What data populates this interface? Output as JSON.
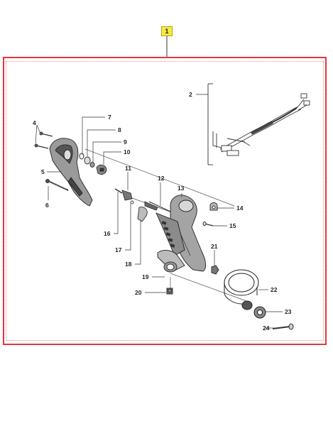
{
  "assembly": {
    "number": "1"
  },
  "colors": {
    "frame": "#e0383c",
    "badge": "#f7e84a",
    "line": "#333333"
  },
  "callouts": [
    {
      "id": "c2",
      "label": "2"
    },
    {
      "id": "c4",
      "label": "4"
    },
    {
      "id": "c5",
      "label": "5"
    },
    {
      "id": "c6",
      "label": "6"
    },
    {
      "id": "c7",
      "label": "7"
    },
    {
      "id": "c8",
      "label": "8"
    },
    {
      "id": "c9",
      "label": "9"
    },
    {
      "id": "c10",
      "label": "10"
    },
    {
      "id": "c11",
      "label": "11"
    },
    {
      "id": "c12",
      "label": "12"
    },
    {
      "id": "c13",
      "label": "13"
    },
    {
      "id": "c14",
      "label": "14"
    },
    {
      "id": "c15",
      "label": "15"
    },
    {
      "id": "c16",
      "label": "16"
    },
    {
      "id": "c17",
      "label": "17"
    },
    {
      "id": "c18",
      "label": "18"
    },
    {
      "id": "c19",
      "label": "19"
    },
    {
      "id": "c20",
      "label": "20"
    },
    {
      "id": "c21",
      "label": "21"
    },
    {
      "id": "c22",
      "label": "22"
    },
    {
      "id": "c23",
      "label": "23"
    },
    {
      "id": "c24",
      "label": "24"
    }
  ]
}
